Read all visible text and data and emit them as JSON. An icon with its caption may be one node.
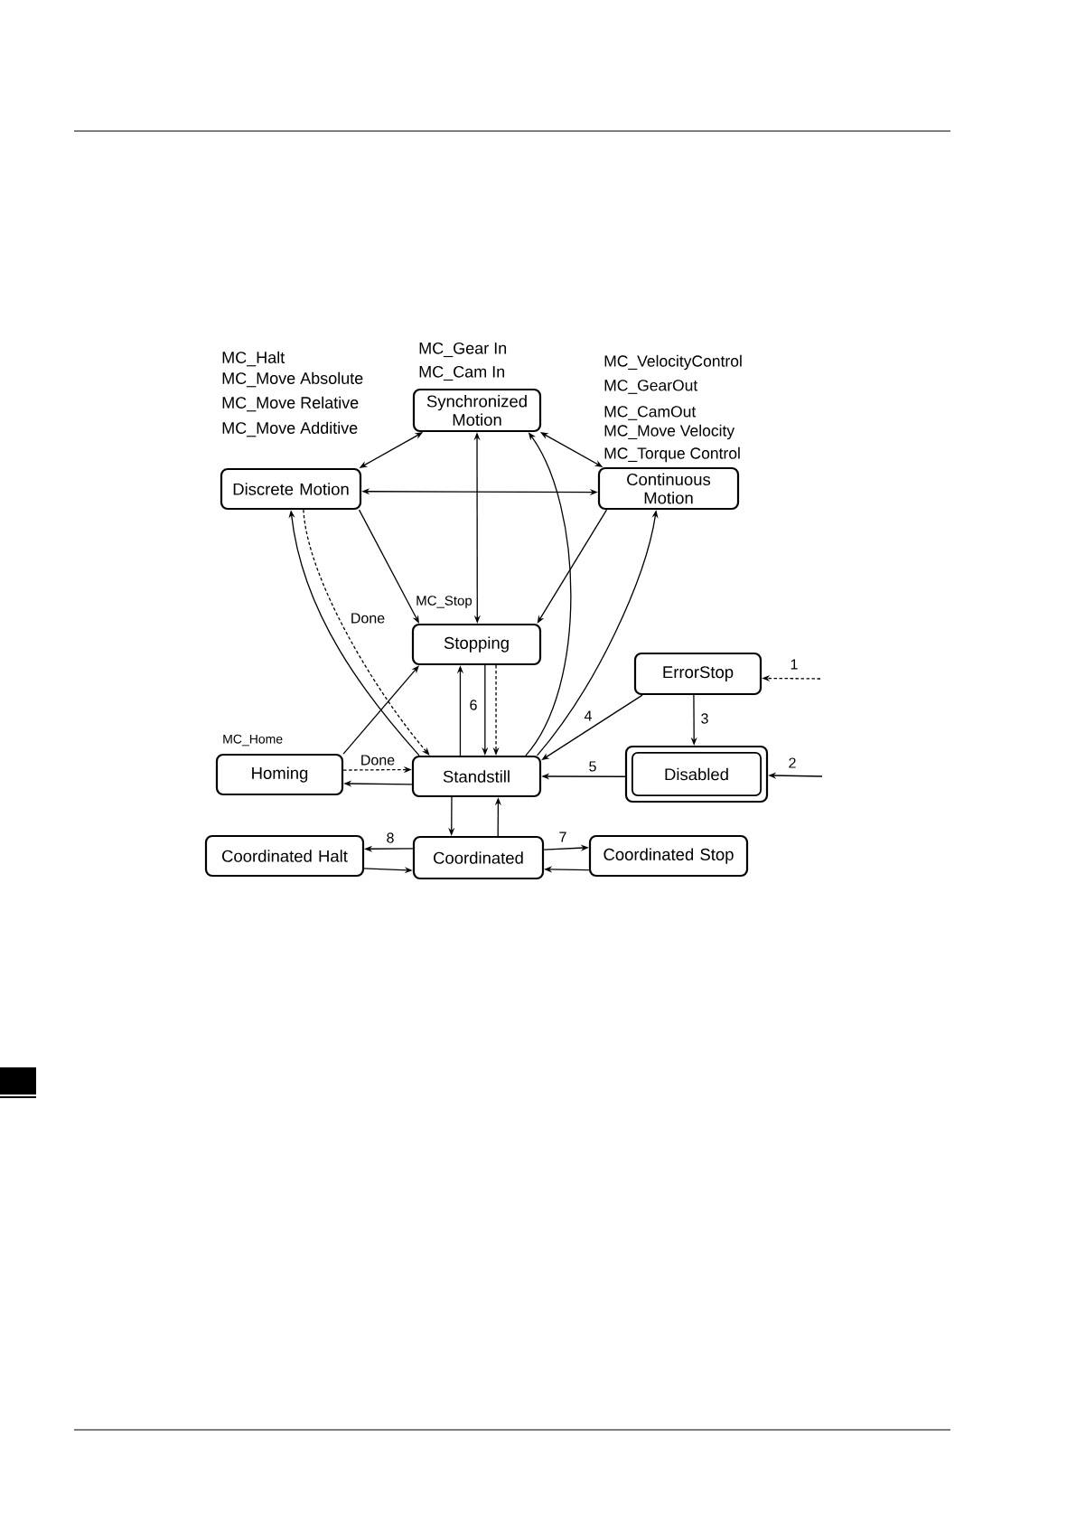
{
  "diagram": {
    "nodes": [
      {
        "text": [
          "Synchronized Motion"
        ],
        "beside": [
          "MC_Gear In",
          "MC_Cam In"
        ]
      },
      {
        "text": [
          "Discrete Motion"
        ],
        "beside": [
          "MC_Halt",
          "MC_Move Absolute",
          "MC_Move Relative",
          "MC_Move Additive"
        ]
      },
      {
        "text": [
          "Continuous Motion"
        ],
        "beside": [
          "MC_VelocityControl",
          "MC_GearOut",
          "MC_CamOut",
          "MC_Move Velocity",
          "MC_Torque Control"
        ]
      },
      {
        "text": [
          "Stopping"
        ],
        "beside": [
          "MC_Stop"
        ]
      },
      {
        "text": [
          "ErrorStop"
        ]
      },
      {
        "text": [
          "Homing"
        ],
        "beside": [
          "MC_Home"
        ]
      },
      {
        "text": [
          "Standstill"
        ]
      },
      {
        "text": [
          "Disabled"
        ]
      },
      {
        "text": [
          "Coordinated Halt"
        ]
      },
      {
        "text": [
          "Coordinated"
        ]
      },
      {
        "text": [
          "Coordinated Stop"
        ]
      }
    ],
    "edges": [
      {
        "from": 1,
        "to": 0,
        "arrow": "both"
      },
      {
        "from": 1,
        "to": 2,
        "arrow": "both"
      },
      {
        "from": 0,
        "to": 2,
        "arrow": "both"
      },
      {
        "from": 0,
        "to": 3,
        "arrow": "both"
      },
      {
        "from": 1,
        "to": 3,
        "arrow": "to"
      },
      {
        "from": 2,
        "to": 3,
        "arrow": "to"
      },
      {
        "from": 6,
        "to": 1,
        "arrow": "to"
      },
      {
        "from": 1,
        "to": 6,
        "arrow": "to",
        "style": "dashed",
        "label": "Done"
      },
      {
        "from": 6,
        "to": 0,
        "arrow": "to"
      },
      {
        "from": 6,
        "to": 2,
        "arrow": "to"
      },
      {
        "from": 5,
        "to": 3,
        "arrow": "to"
      },
      {
        "from": 5,
        "to": 6,
        "arrow": "to",
        "style": "dashed",
        "label": "Done"
      },
      {
        "from": 6,
        "to": 5,
        "arrow": "to"
      },
      {
        "from": 6,
        "to": 3,
        "arrow": "to"
      },
      {
        "from": 3,
        "to": 6,
        "arrow": "to",
        "label": "6"
      },
      {
        "from": 3,
        "to": 6,
        "arrow": "to",
        "style": "dashed"
      },
      {
        "from": 4,
        "to": 6,
        "arrow": "to",
        "label": "4"
      },
      {
        "from": 7,
        "to": 6,
        "arrow": "to",
        "label": "5"
      },
      {
        "from": 4,
        "to": 7,
        "arrow": "to",
        "label": "3"
      },
      {
        "from": null,
        "to": 4,
        "arrow": "to",
        "style": "dashed",
        "label": "1"
      },
      {
        "from": null,
        "to": 7,
        "arrow": "to",
        "label": "2"
      },
      {
        "from": 6,
        "to": 9,
        "arrow": "to"
      },
      {
        "from": 9,
        "to": 6,
        "arrow": "to"
      },
      {
        "from": 9,
        "to": 8,
        "arrow": "to",
        "label": "8"
      },
      {
        "from": 8,
        "to": 9,
        "arrow": "to"
      },
      {
        "from": 9,
        "to": 10,
        "arrow": "to",
        "label": "7"
      },
      {
        "from": 10,
        "to": 9,
        "arrow": "to"
      }
    ]
  }
}
